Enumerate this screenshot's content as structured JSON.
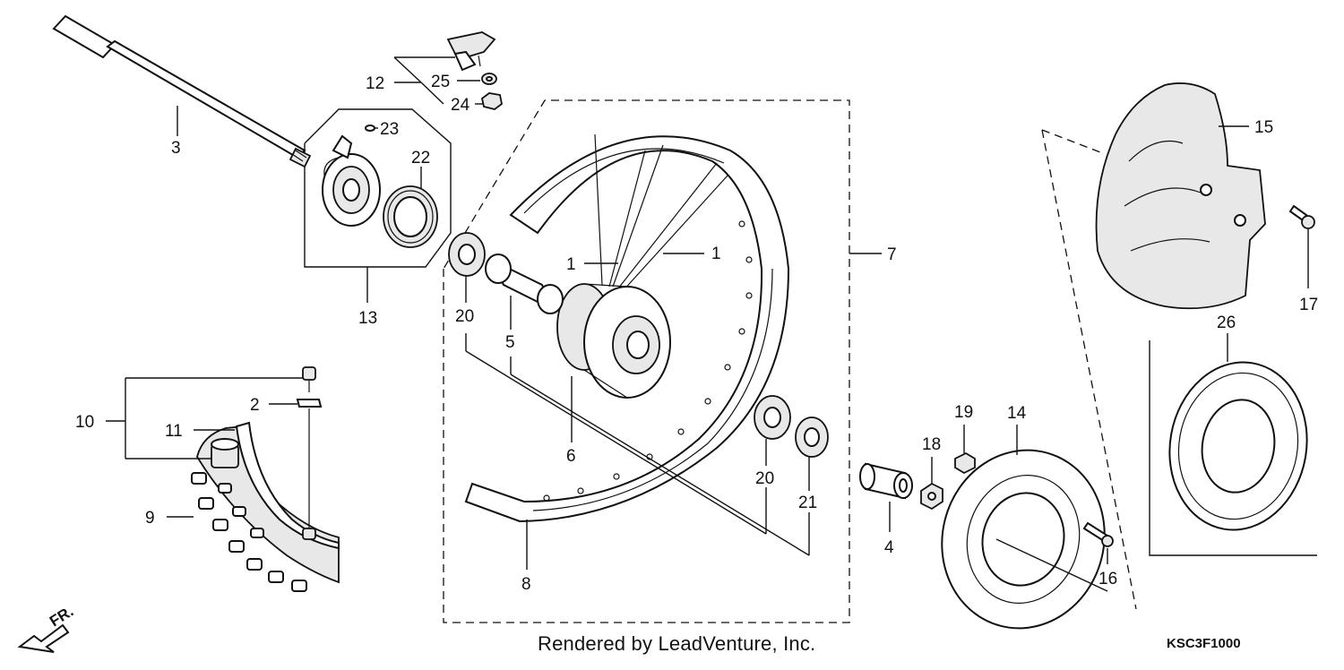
{
  "diagram_code": "KSC3F1000",
  "footer": "Rendered by LeadVenture, Inc.",
  "direction_label": "FR.",
  "callouts": [
    {
      "id": "c1a",
      "text": "1"
    },
    {
      "id": "c1b",
      "text": "1"
    },
    {
      "id": "c2",
      "text": "2"
    },
    {
      "id": "c3",
      "text": "3"
    },
    {
      "id": "c4",
      "text": "4"
    },
    {
      "id": "c5",
      "text": "5"
    },
    {
      "id": "c6",
      "text": "6"
    },
    {
      "id": "c7",
      "text": "7"
    },
    {
      "id": "c8",
      "text": "8"
    },
    {
      "id": "c9",
      "text": "9"
    },
    {
      "id": "c10",
      "text": "10"
    },
    {
      "id": "c11",
      "text": "11"
    },
    {
      "id": "c12",
      "text": "12"
    },
    {
      "id": "c13",
      "text": "13"
    },
    {
      "id": "c14",
      "text": "14"
    },
    {
      "id": "c15",
      "text": "15"
    },
    {
      "id": "c16",
      "text": "16"
    },
    {
      "id": "c17",
      "text": "17"
    },
    {
      "id": "c18",
      "text": "18"
    },
    {
      "id": "c19",
      "text": "19"
    },
    {
      "id": "c20a",
      "text": "20"
    },
    {
      "id": "c20b",
      "text": "20"
    },
    {
      "id": "c21",
      "text": "21"
    },
    {
      "id": "c22",
      "text": "22"
    },
    {
      "id": "c23",
      "text": "23"
    },
    {
      "id": "c24",
      "text": "24"
    },
    {
      "id": "c25",
      "text": "25"
    },
    {
      "id": "c26",
      "text": "26"
    }
  ]
}
